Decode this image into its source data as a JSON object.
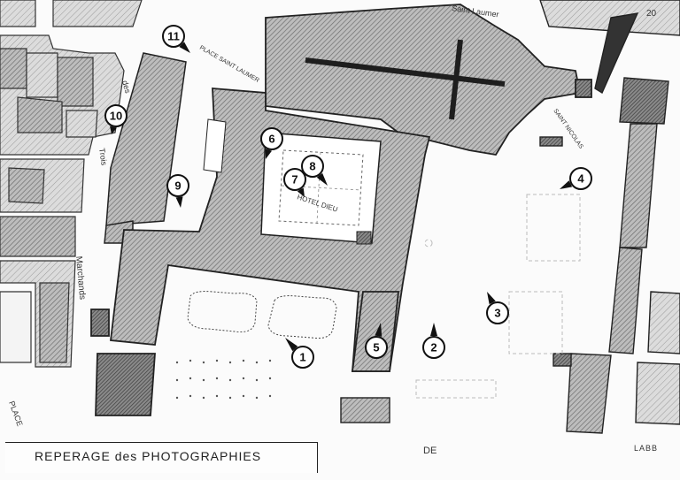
{
  "caption": "REPERAGE des PHOTOGRAPHIES",
  "sheet_number": "20",
  "street_labels": {
    "saint_laumer_top": "Saint Laumer",
    "place_saint_laumer": "PLACE SAINT LAUMER",
    "rue_saint_nicolas": "SAINT NICOLAS",
    "des": "des",
    "trois": "Trois",
    "marchands": "Marchands",
    "hotel_dieu": "HOTEL DIEU",
    "place_left": "PLACE",
    "de": "DE",
    "labb": "LABB"
  },
  "markers": [
    {
      "id": "m1",
      "label": "1"
    },
    {
      "id": "m2",
      "label": "2"
    },
    {
      "id": "m3",
      "label": "3"
    },
    {
      "id": "m4",
      "label": "4"
    },
    {
      "id": "m5",
      "label": "5"
    },
    {
      "id": "m6",
      "label": "6"
    },
    {
      "id": "m7",
      "label": "7"
    },
    {
      "id": "m8",
      "label": "8"
    },
    {
      "id": "m9",
      "label": "9"
    },
    {
      "id": "m10",
      "label": "10"
    },
    {
      "id": "m11",
      "label": "11"
    }
  ]
}
